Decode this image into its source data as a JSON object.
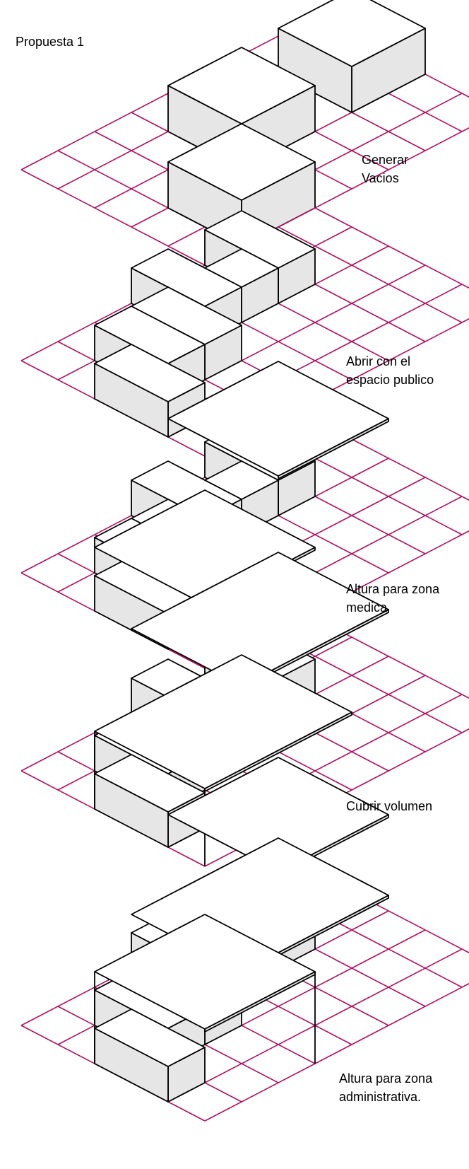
{
  "title": "Propuesta 1",
  "steps": [
    {
      "lines": [
        "Generar",
        "Vacios"
      ]
    },
    {
      "lines": [
        "Abrir con el",
        "espacio publico"
      ]
    },
    {
      "lines": [
        "Altura para zona",
        "medica"
      ]
    },
    {
      "lines": [
        "Cubrir volumen"
      ]
    },
    {
      "lines": [
        "Altura para zona",
        "administrativa."
      ]
    }
  ],
  "colors": {
    "grid": "#b0105e",
    "face_side": "#e6e6e6",
    "face_top": "#ffffff",
    "outline": "#000000"
  }
}
